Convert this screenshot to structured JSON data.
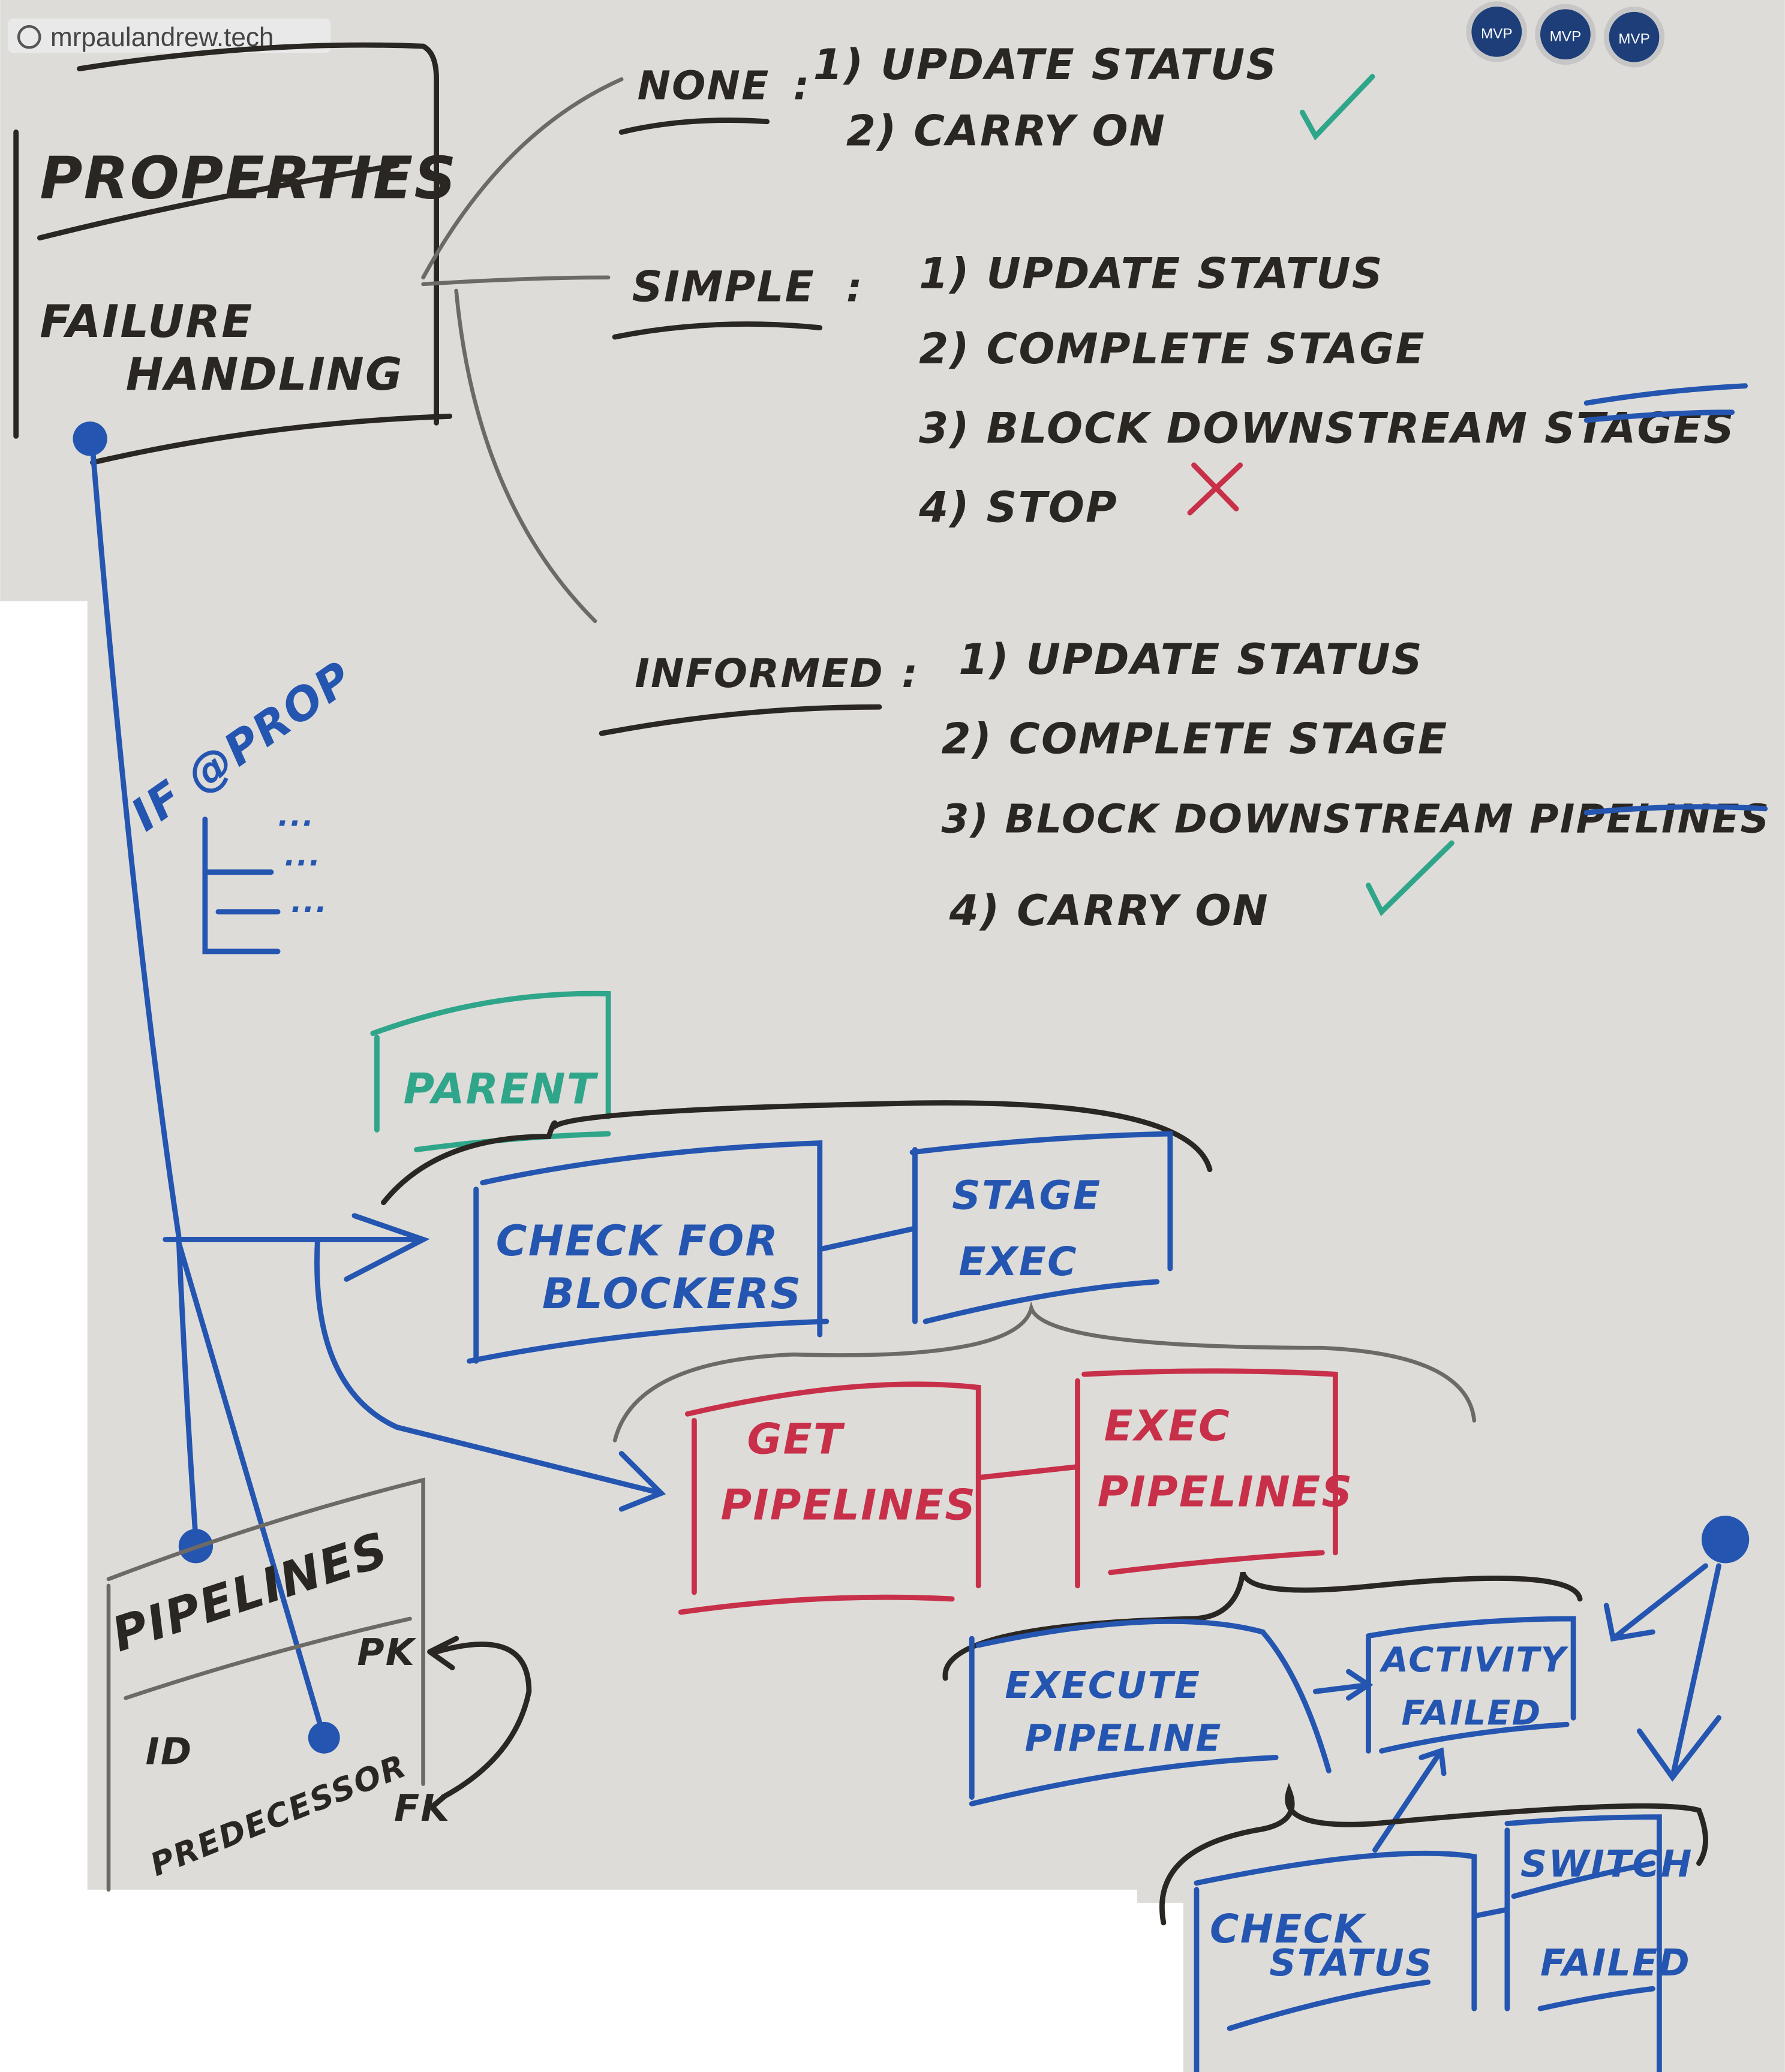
{
  "watermark": "mrpaulandrew.tech",
  "badges": [
    "MVP",
    "MVP",
    "MVP"
  ],
  "colors": {
    "board": "#dddcd8",
    "black": "#2a2622",
    "blue": "#2455b0",
    "red": "#c8304a",
    "green": "#2fa58a"
  },
  "properties_box": {
    "title": "PROPERTIES",
    "subtitle_line1": "FAILURE",
    "subtitle_line2": "HANDLING"
  },
  "modes": [
    {
      "name": "NONE",
      "sep": ":",
      "steps": [
        "1) UPDATE STATUS",
        "2) CARRY ON"
      ],
      "result": "check"
    },
    {
      "name": "SIMPLE",
      "sep": ":",
      "steps": [
        "1) UPDATE STATUS",
        "2) COMPLETE STAGE",
        "3) BLOCK DOWNSTREAM STAGES",
        "4) STOP"
      ],
      "result": "cross"
    },
    {
      "name": "INFORMED",
      "sep": ":",
      "steps": [
        "1) UPDATE STATUS",
        "2) COMPLETE STAGE",
        "3) BLOCK DOWNSTREAM PIPELINES",
        "4) CARRY ON"
      ],
      "result": "check"
    }
  ],
  "if_prop": {
    "label": "IF @PROP",
    "branches": [
      "...",
      "...",
      "..."
    ]
  },
  "parent_label": "PARENT",
  "boxes": {
    "check_blockers": [
      "CHECK FOR",
      "BLOCKERS"
    ],
    "stage_exec": [
      "STAGE",
      "EXEC"
    ],
    "get_pipelines": [
      "GET",
      "PIPELINES"
    ],
    "exec_pipelines": [
      "EXEC",
      "PIPELINES"
    ],
    "execute_pipeline": [
      "EXECUTE",
      "PIPELINE"
    ],
    "activity_failed": [
      "ACTIVITY",
      "FAILED"
    ],
    "check_status": [
      "CHECK",
      "STATUS"
    ],
    "switch_failed": [
      "SWITCH",
      "FAILED"
    ]
  },
  "pipelines_table": {
    "title": "PIPELINES",
    "fields": [
      "ID",
      "PK",
      "PREDECESSOR",
      "FK"
    ]
  }
}
